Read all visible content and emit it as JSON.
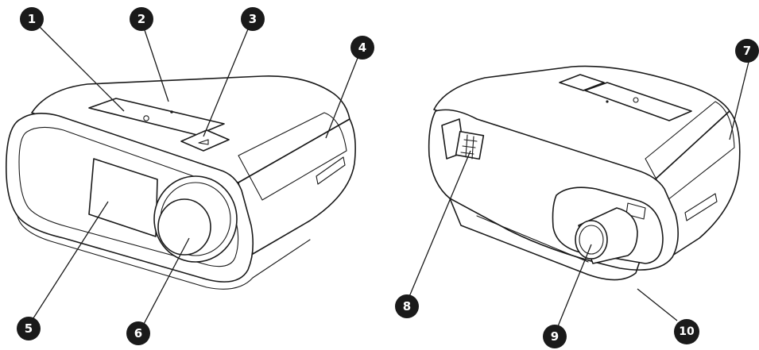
{
  "callouts": [
    {
      "id": "c1",
      "label": "1"
    },
    {
      "id": "c2",
      "label": "2"
    },
    {
      "id": "c3",
      "label": "3"
    },
    {
      "id": "c4",
      "label": "4"
    },
    {
      "id": "c5",
      "label": "5"
    },
    {
      "id": "c6",
      "label": "6"
    },
    {
      "id": "c7",
      "label": "7"
    },
    {
      "id": "c8",
      "label": "8"
    },
    {
      "id": "c9",
      "label": "9"
    },
    {
      "id": "c10",
      "label": "10"
    }
  ],
  "colors": {
    "ink": "#1a1a1a",
    "background": "#ffffff"
  }
}
